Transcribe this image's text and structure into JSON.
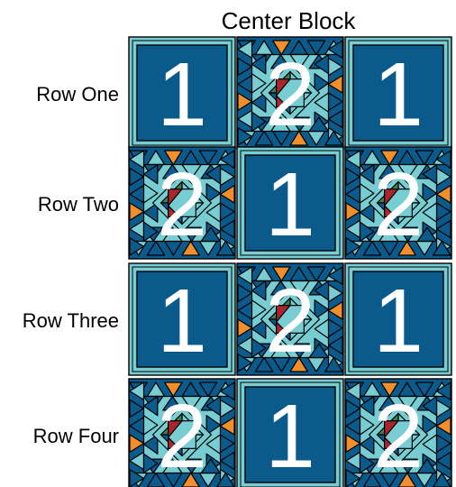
{
  "title": "Center Block",
  "rows": [
    {
      "label": "Row One",
      "blocks": [
        "1",
        "2",
        "1"
      ]
    },
    {
      "label": "Row Two",
      "blocks": [
        "2",
        "1",
        "2"
      ]
    },
    {
      "label": "Row Three",
      "blocks": [
        "1",
        "2",
        "1"
      ]
    },
    {
      "label": "Row Four",
      "blocks": [
        "2",
        "1",
        "2"
      ]
    }
  ],
  "colors": {
    "navy": "#0b5a8c",
    "teal": "#78cdd2",
    "orange": "#f28e2c",
    "green": "#3f7f4a",
    "red": "#a8262c",
    "outline": "#000000",
    "number": "#ffffff"
  }
}
